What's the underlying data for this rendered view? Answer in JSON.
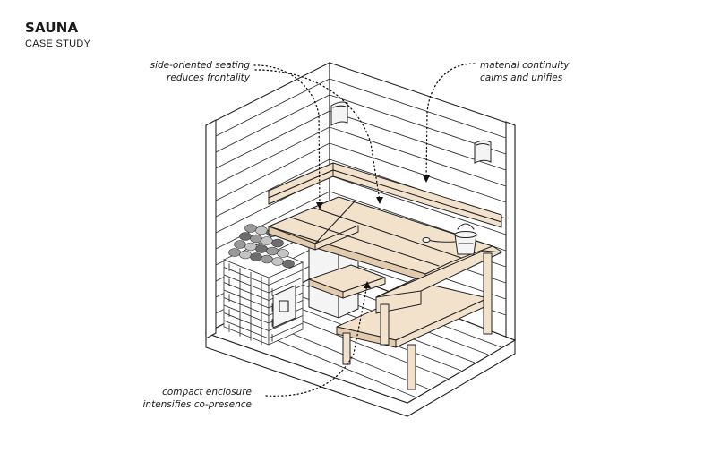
{
  "header": {
    "title": "SAUNA",
    "subtitle": "CASE STUDY"
  },
  "annotations": [
    {
      "id": "side-seating",
      "lines": [
        "side-oriented seating",
        "reduces frontality"
      ]
    },
    {
      "id": "material-continuity",
      "lines": [
        "material continuity",
        "calms and unifies"
      ]
    },
    {
      "id": "compact-enclosure",
      "lines": [
        "compact enclosure",
        "intensifies co-presence"
      ]
    }
  ],
  "colors": {
    "ink": "#222222",
    "wood": "#f2e2cc",
    "wood_shade": "#e3ccae",
    "stone": "#9a9a9a",
    "background": "#ffffff"
  },
  "icons": [
    "sauna-room-illustration",
    "stove-icon",
    "bucket-icon",
    "wall-lamp-icon"
  ]
}
